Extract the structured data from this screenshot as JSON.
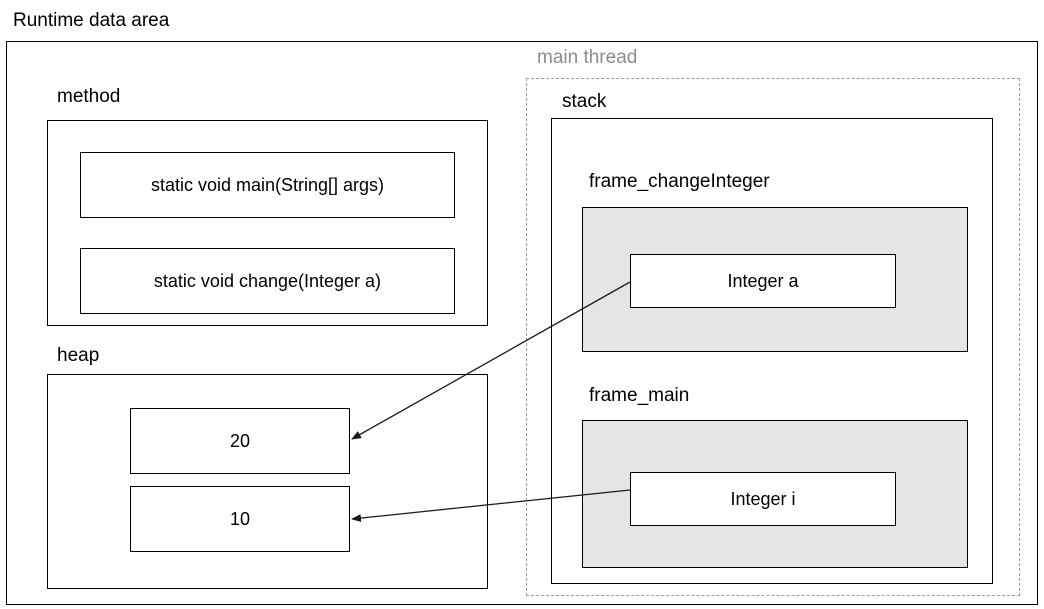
{
  "diagram": {
    "title": "Runtime data area",
    "sections": {
      "method": {
        "label": "method",
        "entries": [
          {
            "text": "static void main(String[] args)"
          },
          {
            "text": "static void change(Integer a)"
          }
        ]
      },
      "heap": {
        "label": "heap",
        "objects": [
          {
            "value": "20"
          },
          {
            "value": "10"
          }
        ]
      },
      "thread": {
        "label": "main thread",
        "label_color": "#8c8c8c",
        "stack": {
          "label": "stack",
          "frames": [
            {
              "label": "frame_changeInteger",
              "variable": "Integer a"
            },
            {
              "label": "frame_main",
              "variable": "Integer i"
            }
          ]
        }
      }
    },
    "arrows": [
      {
        "from": "Integer a",
        "to": "20"
      },
      {
        "from": "Integer i",
        "to": "10"
      }
    ],
    "colors": {
      "stroke": "#000000",
      "frame_fill": "#e5e5e5",
      "dashed_stroke": "#9a9a9a",
      "background": "#ffffff"
    }
  }
}
